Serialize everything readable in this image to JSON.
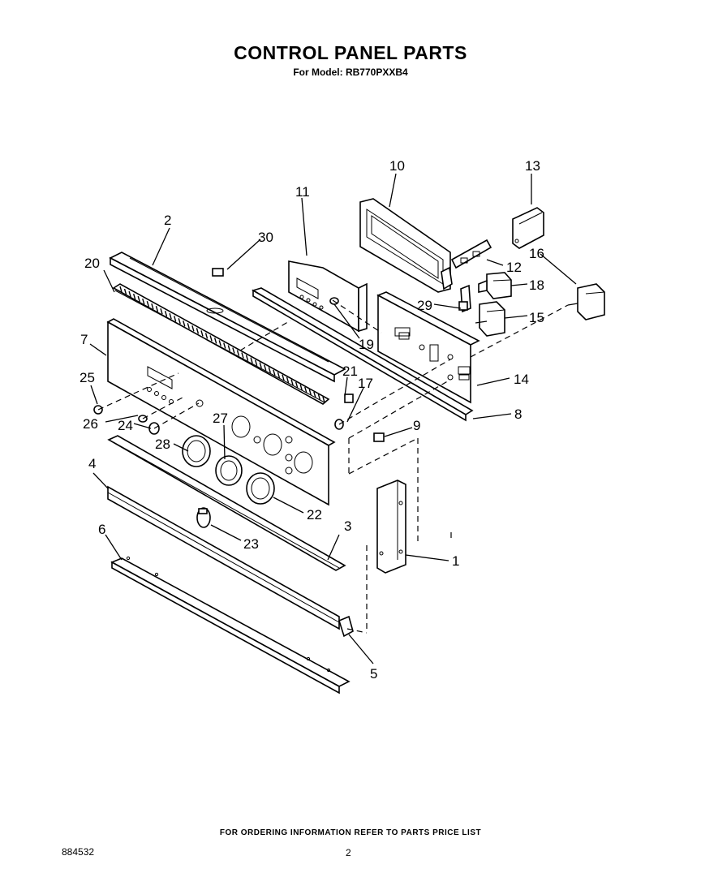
{
  "header": {
    "title": "CONTROL PANEL PARTS",
    "subtitle": "For Model: RB770PXXB4"
  },
  "footer": {
    "note": "FOR ORDERING INFORMATION REFER TO PARTS PRICE LIST",
    "doc_number": "884532",
    "page_number": "2"
  },
  "callouts": [
    "1",
    "2",
    "3",
    "4",
    "5",
    "6",
    "7",
    "8",
    "9",
    "10",
    "11",
    "12",
    "13",
    "14",
    "15",
    "16",
    "17",
    "18",
    "19",
    "20",
    "21",
    "22",
    "23",
    "24",
    "25",
    "26",
    "27",
    "28",
    "29",
    "30"
  ]
}
